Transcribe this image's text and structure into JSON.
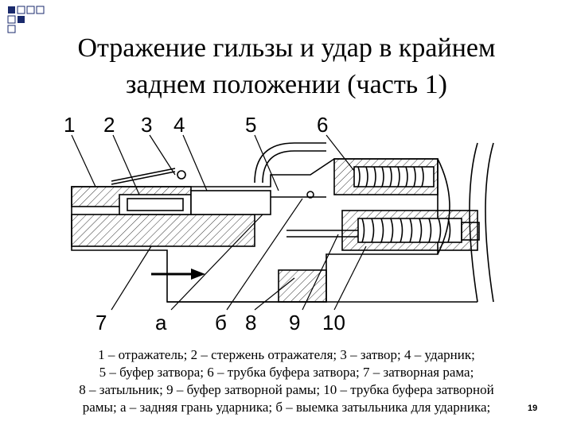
{
  "slide": {
    "title_line1": "Отражение гильзы и удар в крайнем",
    "title_line2": "заднем положении (часть 1)",
    "caption": [
      "1 – отражатель; 2 – стержень отражателя; 3 – затвор; 4 – ударник;",
      "5 – буфер затвора; 6 – трубка буфера затвора; 7 – затворная рама;",
      "8 – затыльник; 9 – буфер затворной рамы; 10 – трубка буфера затворной",
      "рамы; а – задняя грань ударника; б – выемка затыльника для ударника;"
    ],
    "page_number": "19"
  },
  "diagram": {
    "labels_top": [
      "1",
      "2",
      "3",
      "4",
      "5",
      "6"
    ],
    "labels_bottom": [
      "7",
      "а",
      "б",
      "8",
      "9",
      "10"
    ]
  },
  "colors": {
    "bullet": "#1a2a6c",
    "ink": "#000000",
    "hatch": "#333333"
  }
}
